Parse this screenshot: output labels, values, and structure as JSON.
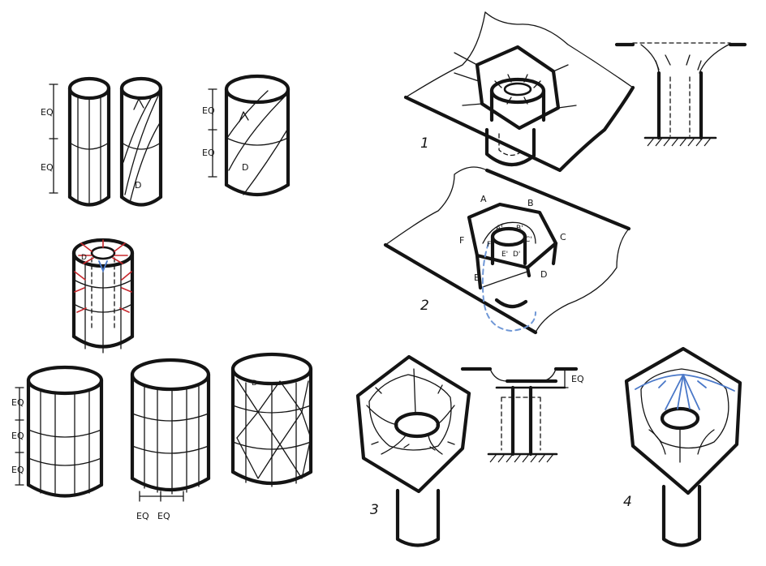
{
  "labels": {
    "eq": "EQ",
    "d": "D",
    "a": "A",
    "b": "B",
    "c": "C",
    "e": "E",
    "f": "F",
    "a_prime": "A'",
    "b_prime": "B'",
    "c_prime": "C'",
    "d_prime": "D'",
    "e_prime": "E'",
    "f_prime": "F'"
  },
  "steps": [
    "1",
    "2",
    "3",
    "4"
  ],
  "colors": {
    "ink": "#141414",
    "red": "#c8282d",
    "blue": "#4a78c8",
    "paper": "#ffffff"
  }
}
